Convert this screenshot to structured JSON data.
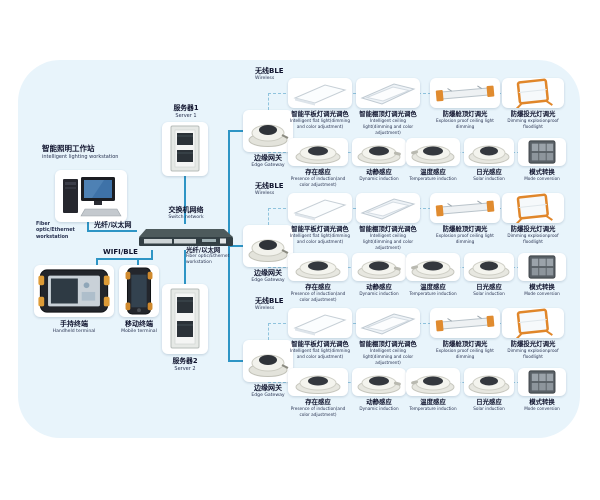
{
  "colors": {
    "panel_bg": "#e8f4fb",
    "solid_line": "#2e95c5",
    "dashed_line": "#8fc3dd",
    "accent_orange": "#e0862a",
    "text_dark": "#10142e"
  },
  "left_cluster": {
    "workstation": {
      "zh": "智能照明工作站",
      "en": "intelligent lighting workstation"
    },
    "workstation_sub": {
      "en": "Fiber optic/Ethernet workstation"
    },
    "link_fiber_left": {
      "zh": "光纤/以太网"
    },
    "server1": {
      "zh": "服务器1",
      "en": "Server 1"
    },
    "switch": {
      "zh": "交换机网络",
      "en": "Switch network"
    },
    "link_wifi": {
      "label": "WIFI/BLE"
    },
    "link_fiber_right": {
      "zh": "光纤/以太网",
      "en": "Fiber optic/Ethernet workstation"
    },
    "handheld": {
      "zh": "手持终端",
      "en": "Handheld terminal"
    },
    "mobile": {
      "zh": "移动终端",
      "en": "Mobile terminal"
    },
    "server2": {
      "zh": "服务器2",
      "en": "Server 2"
    }
  },
  "edge_groups": [
    {
      "wireless": {
        "zh": "无线BLE",
        "en": "Wireless"
      },
      "gateway": {
        "zh": "边缘网关",
        "en": "Edge Gateway"
      },
      "lights": [
        {
          "zh": "智能平板灯调光调色",
          "en": "Intelligent flat light(dimming and color adjustment)"
        },
        {
          "zh": "智能棚顶灯调光调色",
          "en": "Intelligent ceiling light(dimming and color adjustment)"
        },
        {
          "zh": "防爆舱顶灯调光",
          "en": "Explosion proof ceiling light dimming"
        },
        {
          "zh": "防爆投光灯调光",
          "en": "Dimming explosionproof floodlight"
        }
      ],
      "sensors": [
        {
          "zh": "存在感应",
          "en": "Presence of induction(and color adjustment)"
        },
        {
          "zh": "动静感应",
          "en": "Dynamic induction"
        },
        {
          "zh": "温度感应",
          "en": "Temperature induction"
        },
        {
          "zh": "日光感应",
          "en": "Solar induction"
        },
        {
          "zh": "模式转换",
          "en": "Mode conversion"
        }
      ]
    },
    {
      "wireless": {
        "zh": "无线BLE",
        "en": "Wireless"
      },
      "gateway": {
        "zh": "边缘网关",
        "en": "Edge Gateway"
      },
      "lights": [
        {
          "zh": "智能平板灯调光调色",
          "en": "Intelligent flat light(dimming and color adjustment)"
        },
        {
          "zh": "智能棚顶灯调光调色",
          "en": "Intelligent ceiling light(dimming and color adjustment)"
        },
        {
          "zh": "防爆舱顶灯调光",
          "en": "Explosion proof ceiling light dimming"
        },
        {
          "zh": "防爆投光灯调光",
          "en": "Dimming explosionproof floodlight"
        }
      ],
      "sensors": [
        {
          "zh": "存在感应",
          "en": "Presence of induction(and color adjustment)"
        },
        {
          "zh": "动静感应",
          "en": "Dynamic induction"
        },
        {
          "zh": "温度感应",
          "en": "Temperature induction"
        },
        {
          "zh": "日光感应",
          "en": "Solar induction"
        },
        {
          "zh": "模式转换",
          "en": "Mode conversion"
        }
      ]
    },
    {
      "wireless": {
        "zh": "无线BLE",
        "en": "Wireless"
      },
      "gateway": {
        "zh": "边缘网关",
        "en": "Edge Gateway"
      },
      "lights": [
        {
          "zh": "智能平板灯调光调色",
          "en": "Intelligent flat light(dimming and color adjustment)"
        },
        {
          "zh": "智能棚顶灯调光调色",
          "en": "Intelligent ceiling light(dimming and color adjustment)"
        },
        {
          "zh": "防爆舱顶灯调光",
          "en": "Explosion proof ceiling light dimming"
        },
        {
          "zh": "防爆投光灯调光",
          "en": "Dimming explosionproof floodlight"
        }
      ],
      "sensors": [
        {
          "zh": "存在感应",
          "en": "Presence of induction(and color adjustment)"
        },
        {
          "zh": "动静感应",
          "en": "Dynamic induction"
        },
        {
          "zh": "温度感应",
          "en": "Temperature induction"
        },
        {
          "zh": "日光感应",
          "en": "Solar induction"
        },
        {
          "zh": "模式转换",
          "en": "Mode conversion"
        }
      ]
    }
  ]
}
